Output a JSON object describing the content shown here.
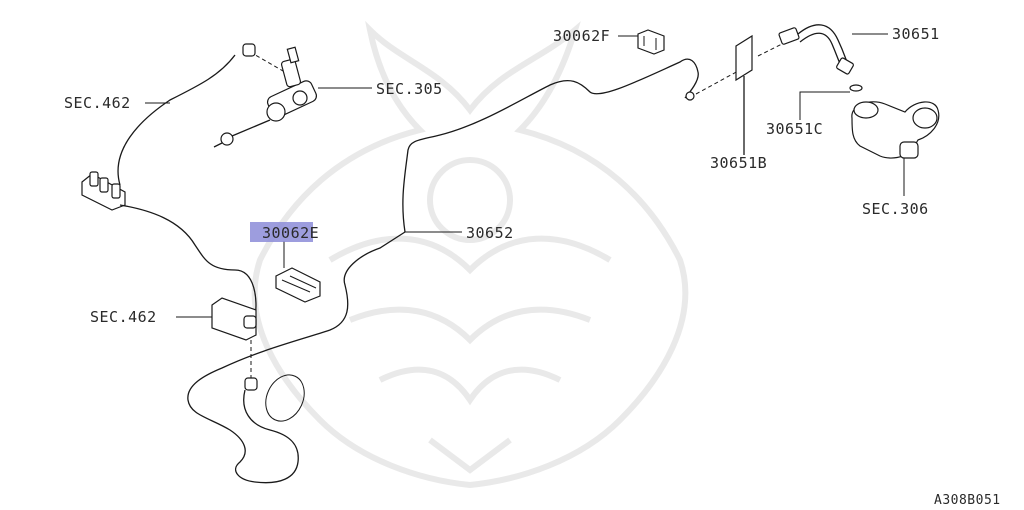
{
  "callouts": {
    "sec462_upper": "SEC.462",
    "sec305": "SEC.305",
    "p30062f": "30062F",
    "p30651": "30651",
    "p30651c": "30651C",
    "p30651b": "30651B",
    "sec306": "SEC.306",
    "p30062e": "30062E",
    "p30652": "30652",
    "sec462_lower": "SEC.462"
  },
  "figure_code": "A308B051",
  "highlight_color": "#8c8cd8"
}
